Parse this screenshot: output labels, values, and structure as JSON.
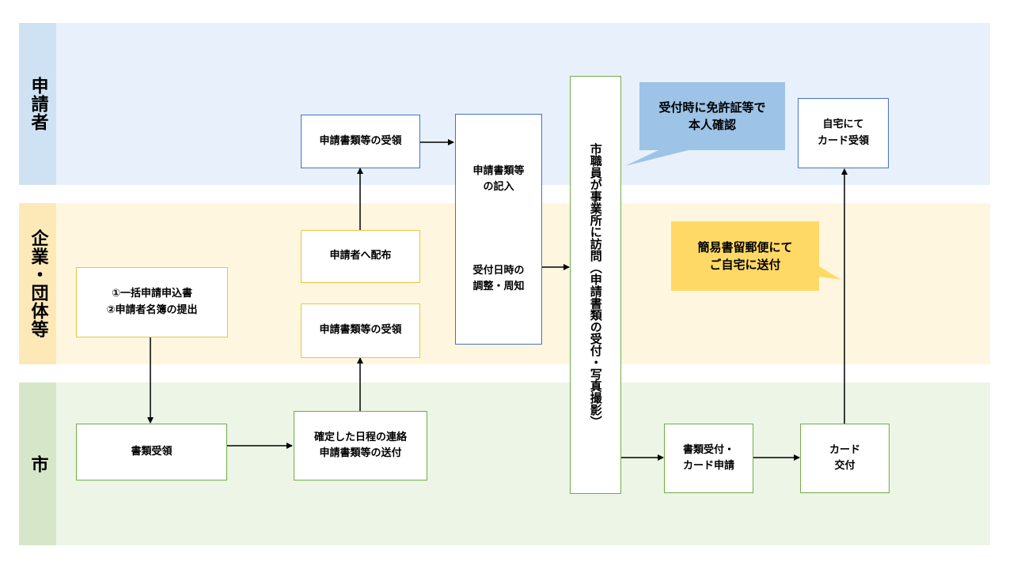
{
  "lanes": {
    "applicant": "申請者",
    "company": "企業・団体等",
    "city": "市"
  },
  "boxes": {
    "submit": "①一括申請申込書\n②申請者名簿の提出",
    "city_receive": "書類受領",
    "schedule": "確定した日程の連絡\n申請書類等の送付",
    "company_receive": "申請書類等の受領",
    "distribute": "申請者へ配布",
    "applicant_receive": "申請書類等の受領",
    "fill": "申請書類等\nの記入",
    "adjust": "受付日時の\n調整・周知",
    "visit": "市職員が事業所に訪問（申請書類の受付・写真撮影）",
    "doc_accept": "書類受付・\nカード申請",
    "card_issue": "カード\n交付",
    "home_receive": "自宅にて\nカード受領"
  },
  "callouts": {
    "id_check": "受付時に免許証等で\n本人確認",
    "mail": "簡易書留郵便にて\nご自宅に送付"
  },
  "colors": {
    "applicant_lane": "#e8f1fb",
    "company_lane": "#fef6df",
    "city_lane": "#edf5e6",
    "callout_blue": "#9dc3e6",
    "callout_yellow": "#ffd966"
  }
}
